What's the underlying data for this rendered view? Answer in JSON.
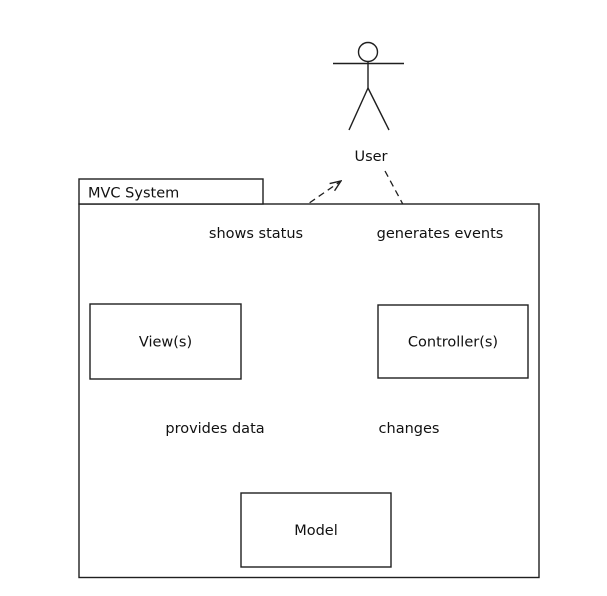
{
  "colors": {
    "bg": "#ffffff",
    "stroke": "#1f1f1f",
    "text": "#111111"
  },
  "diagram": {
    "actor": {
      "label": "User"
    },
    "package": {
      "title": "MVC System"
    },
    "nodes": {
      "view": {
        "label": "View(s)"
      },
      "controller": {
        "label": "Controller(s)"
      },
      "model": {
        "label": "Model"
      }
    },
    "edges": {
      "shows_status": {
        "label": "shows status",
        "from": "View(s)",
        "to": "User",
        "style": "dashed-open-arrow"
      },
      "generates_events": {
        "label": "generates events",
        "from": "User",
        "to": "Controller(s)",
        "style": "dashed-open-arrow"
      },
      "provides_data": {
        "label": "provides data",
        "from": "Model",
        "to": "View(s)",
        "style": "dashed-open-arrow"
      },
      "changes": {
        "label": "changes",
        "from": "Controller(s)",
        "to": "Model",
        "style": "dashed-open-arrow"
      }
    }
  }
}
